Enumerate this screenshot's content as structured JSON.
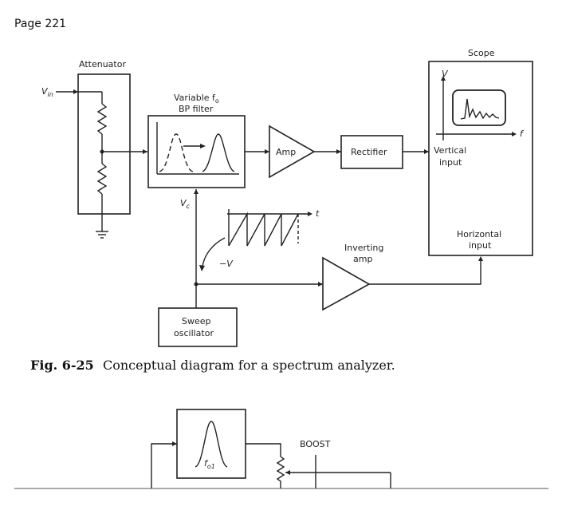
{
  "page": {
    "label": "Page 221"
  },
  "figure": {
    "caption_number": "Fig. 6-25",
    "caption_text": "Conceptual diagram for a spectrum analyzer.",
    "labels": {
      "attenuator": "Attenuator",
      "vin": "V",
      "vin_sub": "in",
      "filter_line1": "Variable f",
      "filter_line1_sub": "o",
      "filter_line2": "BP filter",
      "amp": "Amp",
      "rectifier": "Rectifier",
      "scope": "Scope",
      "scope_axis_v": "V",
      "scope_axis_f": "f",
      "vertical_line1": "Vertical",
      "vertical_line2": "input",
      "horizontal_line1": "Horizontal",
      "horizontal_line2": "input",
      "vc": "V",
      "vc_sub": "c",
      "ramp_t": "t",
      "ramp_neg_v": "−V",
      "inverting_line1": "Inverting",
      "inverting_line2": "amp",
      "sweep_line1": "Sweep",
      "sweep_line2": "oscillator"
    }
  },
  "next_figure": {
    "fo1": "f",
    "fo1_sub": "o1",
    "boost": "BOOST"
  }
}
